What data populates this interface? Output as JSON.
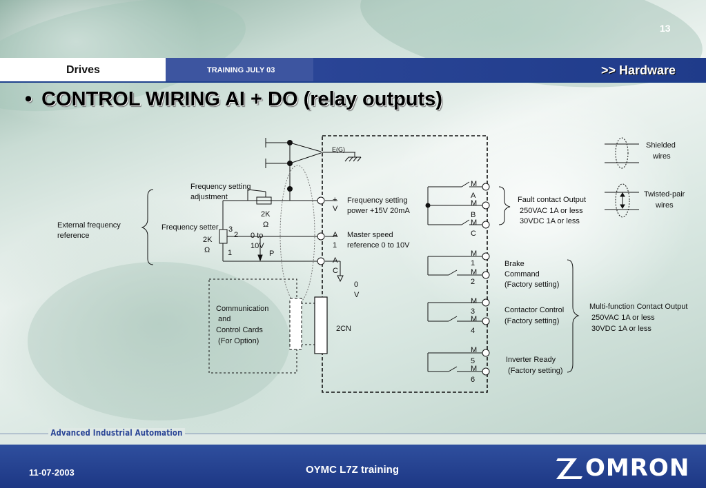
{
  "header": {
    "page_number": "13",
    "left_label": "Drives",
    "middle_label": "TRAINING JULY 03",
    "right_label": ">>  Hardware"
  },
  "title": {
    "bullet": "•",
    "text": "CONTROL WIRING AI + DO (relay outputs)"
  },
  "diagram": {
    "earth_label": "E(G)",
    "freq_adjust": [
      "Frequency setting",
      "adjustment"
    ],
    "pot_adjust_value": [
      "2K",
      "Ω"
    ],
    "ext_freq_ref": [
      "External frequency",
      "reference"
    ],
    "freq_setter": "Frequency setter",
    "pot_setter_value": [
      "2K",
      "Ω"
    ],
    "pin_3": "3",
    "pin_2": "2",
    "pin_1": "1",
    "range_0_10": [
      "0 to",
      "10V"
    ],
    "p_label": "P",
    "terminal_plus_v": [
      "+",
      "V"
    ],
    "terminal_a1": [
      "A",
      "1"
    ],
    "terminal_ac": [
      "A",
      "C"
    ],
    "zero_v": [
      "0",
      "V"
    ],
    "freq_supply": [
      "Frequency setting",
      "power +15V 20mA"
    ],
    "master_speed": [
      "Master speed",
      "reference 0 to 10V"
    ],
    "comm_cards": [
      "Communication",
      " and",
      "Control Cards",
      " (For Option)"
    ],
    "connector_2cn": "2CN",
    "fault_terminals": [
      "M",
      "A",
      "M",
      "B",
      "M",
      "C"
    ],
    "fault_output": [
      "Fault contact Output",
      " 250VAC 1A or less",
      " 30VDC 1A or less"
    ],
    "m1_m2": [
      "M",
      "1",
      "M",
      "2"
    ],
    "brake_command": [
      "Brake",
      "Command",
      "(Factory setting)"
    ],
    "m3_m4": [
      "M",
      "3",
      "M",
      "4"
    ],
    "contactor_control": [
      "Contactor Control",
      "(Factory setting)"
    ],
    "m5_m6": [
      "M",
      "5",
      "M",
      "6"
    ],
    "inverter_ready": [
      "Inverter Ready",
      " (Factory setting)"
    ],
    "multi_output": [
      "Multi-function Contact Output",
      " 250VAC 1A or less",
      " 30VDC 1A or less"
    ],
    "shielded": [
      "Shielded",
      "wires"
    ],
    "twisted": [
      "Twisted-pair",
      "wires"
    ]
  },
  "footer": {
    "company_line": "Advanced Industrial Automation",
    "date": "11-07-2003",
    "title": "OYMC L7Z training",
    "logo_text": "OMRON"
  },
  "colors": {
    "header_blue": "#2a4596",
    "footer_blue": "#1d3784",
    "wire": "#111111"
  },
  "icons": [
    "potentiometer-icon",
    "ground-icon",
    "relay-contact-icon",
    "terminal-icon",
    "omron-logo-icon"
  ]
}
